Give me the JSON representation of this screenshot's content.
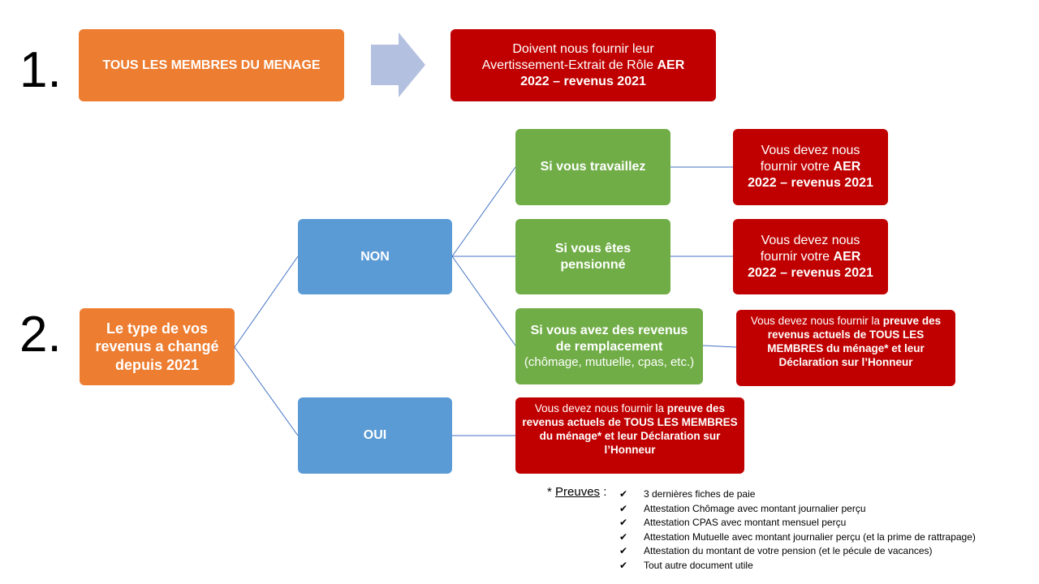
{
  "step1": {
    "number": "1.",
    "members_box": "TOUS LES MEMBRES DU MENAGE",
    "result_line1": "Doivent nous fournir leur",
    "result_line2": "Avertissement-Extrait  de Rôle",
    "result_bold_a": "AER",
    "result_bold_b": "2022 – revenus 2021"
  },
  "step2": {
    "number": "2.",
    "question": "Le type de vos revenus a changé depuis 2021",
    "no": "NON",
    "yes": "OUI",
    "work": "Si vous travaillez",
    "pension": "Si vous êtes pensionné",
    "replacement_bold": "Si vous avez des revenus de remplacement",
    "replacement_normal": "(chômage, mutuelle, cpas, etc.)",
    "aer_line1": "Vous devez nous",
    "aer_line2": "fournir votre",
    "aer_bold_a": "AER",
    "aer_bold_b": "2022 – revenus 2021",
    "proof_normal": "Vous devez nous fournir la",
    "proof_bold_a": "preuve",
    "proof_bold_b": "des revenus actuels de TOUS LES MEMBRES du ménage* et leur Déclaration sur l’Honneur",
    "oui_proof_bold_a": "preuve des",
    "oui_proof_bold_b": "revenus actuels de TOUS LES MEMBRES du ménage* et leur Déclaration sur l’Honneur"
  },
  "footnote": {
    "star": "* ",
    "label": "Preuves",
    "colon": " :",
    "items": [
      "3 dernières fiches de paie",
      "Attestation Chômage avec montant journalier perçu",
      "Attestation CPAS avec montant mensuel perçu",
      "Attestation Mutuelle avec montant journalier perçu (et la prime de rattrapage)",
      "Attestation du montant de votre pension (et le pécule de vacances)",
      "Tout autre document utile"
    ]
  },
  "colors": {
    "orange": "#ED7D31",
    "blue": "#5B9BD5",
    "green": "#70AD47",
    "red": "#C00000",
    "arrow": "#B4C0E0",
    "connector": "#4472C4"
  }
}
